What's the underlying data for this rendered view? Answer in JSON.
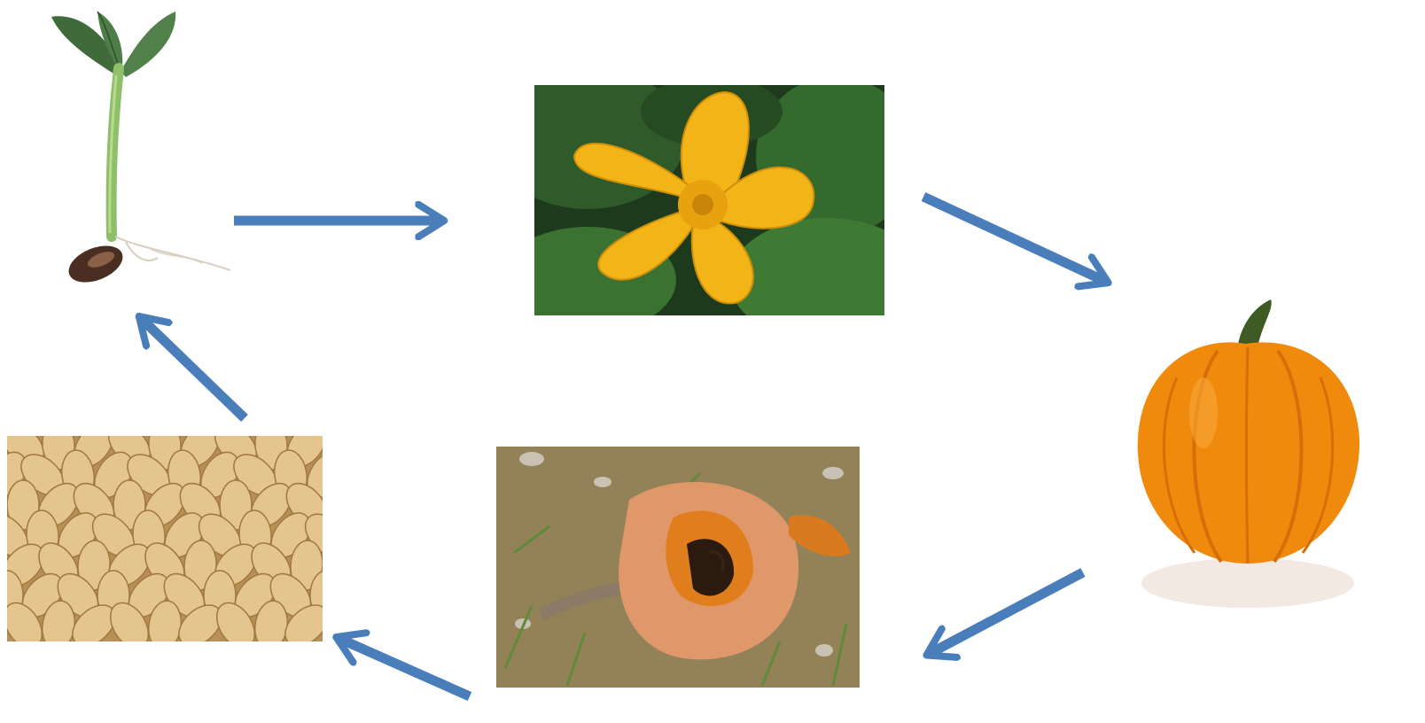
{
  "diagram": {
    "type": "cycle",
    "stages": [
      {
        "id": "seedling",
        "icon": "seedling-image"
      },
      {
        "id": "flower",
        "icon": "pumpkin-flower-image"
      },
      {
        "id": "pumpkin",
        "icon": "ripe-pumpkin-image"
      },
      {
        "id": "rotting-pumpkin",
        "icon": "rotting-pumpkin-image"
      },
      {
        "id": "seeds",
        "icon": "pumpkin-seeds-image"
      }
    ],
    "edges": [
      {
        "from": "seedling",
        "to": "flower"
      },
      {
        "from": "flower",
        "to": "pumpkin"
      },
      {
        "from": "pumpkin",
        "to": "rotting-pumpkin"
      },
      {
        "from": "rotting-pumpkin",
        "to": "seeds"
      },
      {
        "from": "seeds",
        "to": "seedling"
      }
    ],
    "colors": {
      "arrow": "#4a7ebb",
      "background": "#ffffff"
    }
  }
}
